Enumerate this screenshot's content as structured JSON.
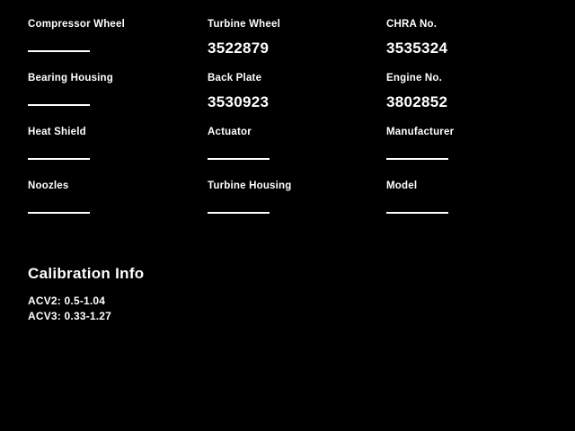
{
  "colors": {
    "background": "#000000",
    "text": "#ffffff"
  },
  "fields": [
    {
      "label": "Compressor Wheel",
      "value": ""
    },
    {
      "label": "Turbine Wheel",
      "value": "3522879"
    },
    {
      "label": "CHRA No.",
      "value": "3535324"
    },
    {
      "label": "Bearing Housing",
      "value": ""
    },
    {
      "label": "Back Plate",
      "value": "3530923"
    },
    {
      "label": "Engine No.",
      "value": "3802852"
    },
    {
      "label": "Heat Shield",
      "value": ""
    },
    {
      "label": "Actuator",
      "value": ""
    },
    {
      "label": "Manufacturer",
      "value": ""
    },
    {
      "label": "Noozles",
      "value": ""
    },
    {
      "label": "Turbine Housing",
      "value": ""
    },
    {
      "label": "Model",
      "value": ""
    }
  ],
  "calibration": {
    "title": "Calibration Info",
    "lines": [
      "ACV2: 0.5-1.04",
      "ACV3: 0.33-1.27"
    ]
  }
}
